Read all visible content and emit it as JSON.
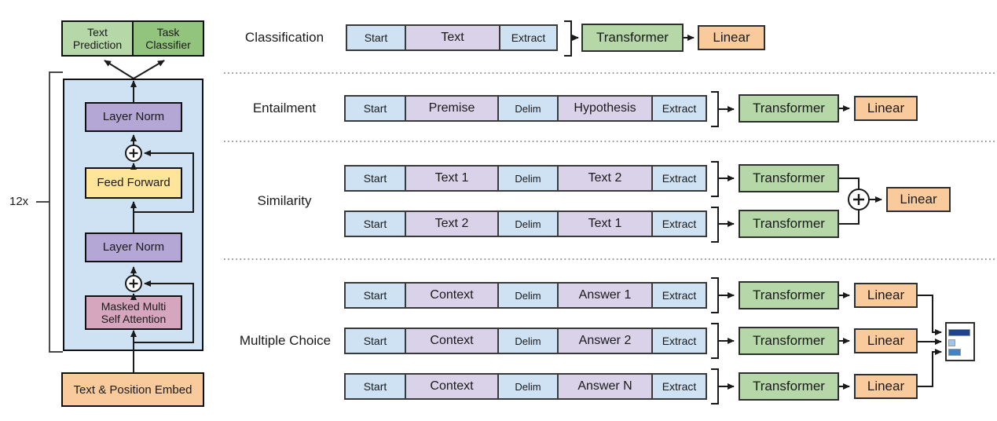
{
  "model": {
    "stack_count": "12x",
    "heads": {
      "text_prediction": "Text Prediction",
      "task_classifier": "Task Classifier"
    },
    "blocks": {
      "layer_norm_1": "Layer Norm",
      "feed_forward": "Feed Forward",
      "layer_norm_2": "Layer Norm",
      "masked_attention": "Masked Multi Self Attention",
      "embedding": "Text & Position Embed"
    },
    "residual_add_symbol": "+"
  },
  "tasks": {
    "classification": {
      "label": "Classification",
      "tokens": [
        "Start",
        "Text",
        "Extract"
      ],
      "transformer": "Transformer",
      "linear": "Linear"
    },
    "entailment": {
      "label": "Entailment",
      "tokens": [
        "Start",
        "Premise",
        "Delim",
        "Hypothesis",
        "Extract"
      ],
      "transformer": "Transformer",
      "linear": "Linear"
    },
    "similarity": {
      "label": "Similarity",
      "rows": [
        {
          "tokens": [
            "Start",
            "Text 1",
            "Delim",
            "Text 2",
            "Extract"
          ],
          "transformer": "Transformer"
        },
        {
          "tokens": [
            "Start",
            "Text 2",
            "Delim",
            "Text 1",
            "Extract"
          ],
          "transformer": "Transformer"
        }
      ],
      "merge_symbol": "+",
      "linear": "Linear"
    },
    "multiple_choice": {
      "label": "Multiple Choice",
      "rows": [
        {
          "tokens": [
            "Start",
            "Context",
            "Delim",
            "Answer 1",
            "Extract"
          ],
          "transformer": "Transformer",
          "linear": "Linear"
        },
        {
          "tokens": [
            "Start",
            "Context",
            "Delim",
            "Answer 2",
            "Extract"
          ],
          "transformer": "Transformer",
          "linear": "Linear"
        },
        {
          "tokens": [
            "Start",
            "Context",
            "Delim",
            "Answer N",
            "Extract"
          ],
          "transformer": "Transformer",
          "linear": "Linear"
        }
      ]
    }
  },
  "colors": {
    "token_blue": "#cfe2f3",
    "token_lavender": "#d9d2e9",
    "transformer_green": "#b6d7a8",
    "task_classifier_green": "#93c47d",
    "linear_orange": "#f9cb9c",
    "feed_forward_yellow": "#ffe599",
    "layer_norm_purple": "#b4a7d6",
    "attention_pink": "#d5a6bd",
    "decoder_stack_blue": "#cfe2f3",
    "score_bar_dark_blue": "#1c4587",
    "score_bar_light_blue": "#9fc5e8",
    "score_bar_mid_blue": "#3d85c6"
  }
}
